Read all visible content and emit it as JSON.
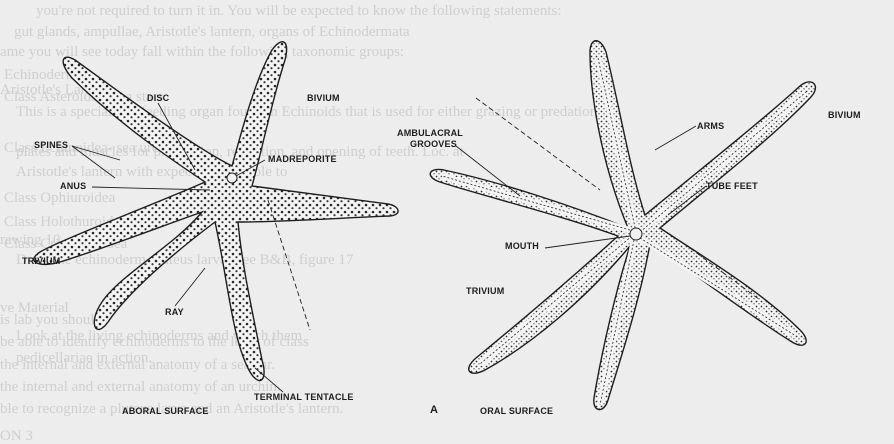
{
  "background_text": [
    "you're not required to turn it in.  You will be expected to know the following statements:",
    "gut glands, ampullae, Aristotle's lantern, organs of Echinodermata",
    "ame you will see today fall within the following taxonomic groups:",
    "Echinodermata",
    "Class Asteroidea- sea stars",
    "Aristotle's Lantern-",
    "This is a specialized feeding organ found in Echinoids that is used for either grazing or predation.",
    "Class Echinoidea- sea urchins",
    "plates and muscles for protraction, retraction, and opening of teeth. Loc. at",
    "Aristotle's lantern with expected to be able to",
    "Class Ophiuroidea",
    "Class Holothuroidea",
    "Class Crinoidea- sea",
    "rawing 10",
    "Draw the echinoderm pluteus larva. See B&B, figure 17",
    "is lab you should:",
    "be able to identify echinoderms to the level of class",
    "the internal and external anatomy of a seastar.",
    "the internal and external anatomy of an urchin.",
    "ble to recognize a pluteus larva and an Aristotle's lantern.",
    "ve Material",
    "Look at the living echinoderms and watch them",
    "pedicellariae in action.",
    "ON 3"
  ],
  "labels": {
    "disc": "DISC",
    "bivium_left": "BIVIUM",
    "spines": "SPINES",
    "madreporite": "MADREPORITE",
    "anus": "ANUS",
    "trivium_left": "TRIVIUM",
    "ray": "RAY",
    "aboral_surface": "ABORAL SURFACE",
    "terminal_tentacle": "TERMINAL TENTACLE",
    "panel_a": "A",
    "ambulacral_grooves_1": "AMBULACRAL",
    "ambulacral_grooves_2": "GROOVES",
    "arms": "ARMS",
    "bivium_right": "BIVIUM",
    "tube_feet": "TUBE FEET",
    "mouth": "MOUTH",
    "trivium_right": "TRIVIUM",
    "oral_surface": "ORAL SURFACE"
  }
}
